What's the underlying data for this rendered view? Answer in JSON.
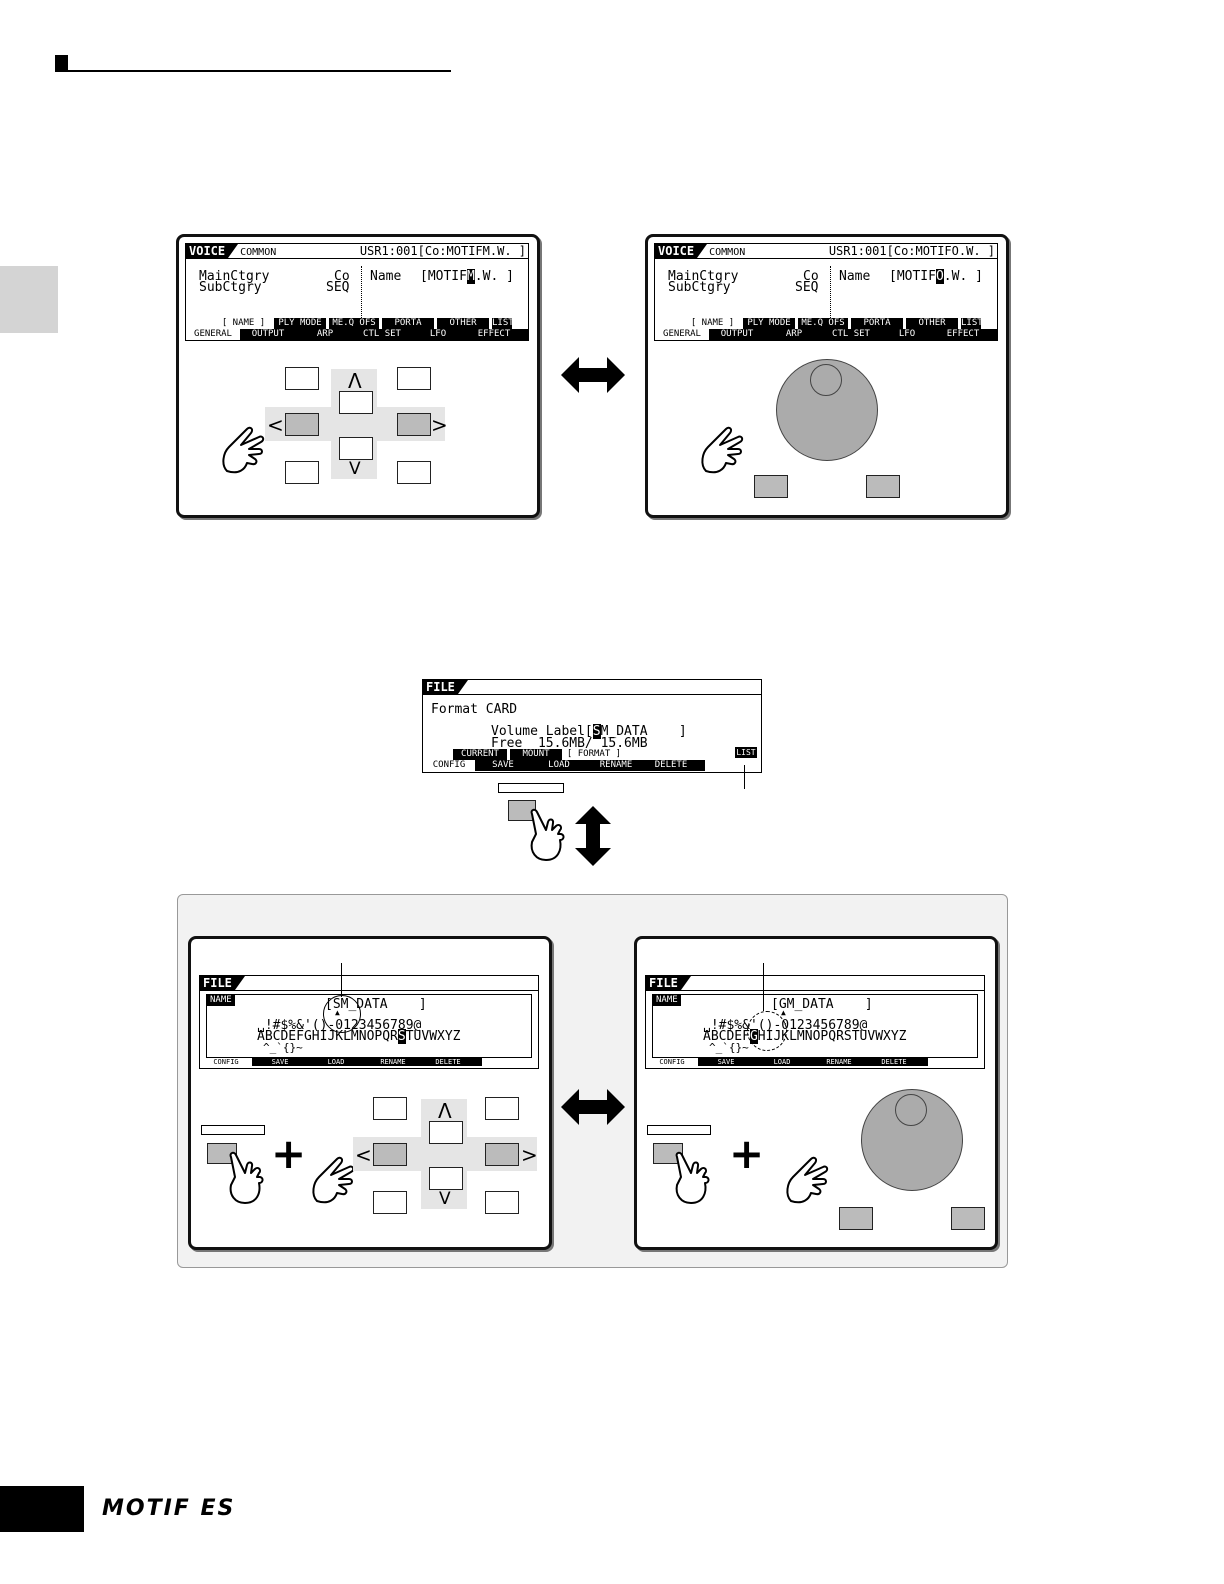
{
  "footer": {
    "brand": "MOTIF ES"
  },
  "voice_screen_left": {
    "title": "VOICE",
    "mode": "COMMON",
    "header_right": "USR1:001[Co:MOTIFM.W. ]",
    "main_ctgry_label": "MainCtgry",
    "main_ctgry_value": "Co",
    "sub_ctgry_label": "SubCtgry",
    "sub_ctgry_value": "SEQ",
    "name_label": "Name",
    "name_prefix": "[MOTIF",
    "name_cursor": "M",
    "name_suffix": ".W. ]",
    "tabs_upper": [
      "[ NAME ]",
      "PLY MODE",
      "ME.Q OFS",
      "PORTA",
      "OTHER",
      "LIST"
    ],
    "tabs_lower": [
      "GENERAL",
      "OUTPUT",
      "ARP",
      "CTL SET",
      "LFO",
      "EFFECT"
    ]
  },
  "voice_screen_right": {
    "title": "VOICE",
    "mode": "COMMON",
    "header_right": "USR1:001[Co:MOTIFO.W. ]",
    "main_ctgry_label": "MainCtgry",
    "main_ctgry_value": "Co",
    "sub_ctgry_label": "SubCtgry",
    "sub_ctgry_value": "SEQ",
    "name_label": "Name",
    "name_prefix": "[MOTIF",
    "name_cursor": "O",
    "name_suffix": ".W. ]",
    "tabs_upper": [
      "[ NAME ]",
      "PLY MODE",
      "ME.Q OFS",
      "PORTA",
      "OTHER",
      "LIST"
    ],
    "tabs_lower": [
      "GENERAL",
      "OUTPUT",
      "ARP",
      "CTL SET",
      "LFO",
      "EFFECT"
    ]
  },
  "file_screen": {
    "title": "FILE",
    "line1": "Format CARD",
    "vol_label": "Volume Label[",
    "vol_cursor": "S",
    "vol_rest": "M_DATA    ]",
    "free": "Free  15.6MB/ 15.6MB",
    "sub_tabs": [
      "CURRENT",
      "MOUNT",
      "[ FORMAT ]"
    ],
    "list_chip": "LIST",
    "tabs": [
      "CONFIG",
      "SAVE",
      "LOAD",
      "RENAME",
      "DELETE"
    ]
  },
  "name_screen_left": {
    "title": "FILE",
    "section": "NAME",
    "value": "[SM_DATA    ]",
    "caret": "▲",
    "charset1": "␣!#$%&'()-0123456789@",
    "charset2_pre": "ABCDEFGHIJKLMNOPQR",
    "charset2_cur": "S",
    "charset2_post": "TUVWXYZ",
    "charset3": "^_`{}~",
    "tabs": [
      "CONFIG",
      "SAVE",
      "LOAD",
      "RENAME",
      "DELETE"
    ]
  },
  "name_screen_right": {
    "title": "FILE",
    "section": "NAME",
    "value": "[GM_DATA    ]",
    "caret": "▲",
    "charset1": "␣!#$%&'()-0123456789@",
    "charset2_pre": "ABCDEF",
    "charset2_cur": "G",
    "charset2_post": "HIJKLMNOPQRSTUVWXYZ",
    "charset3": "^_`{}~",
    "tabs": [
      "CONFIG",
      "SAVE",
      "LOAD",
      "RENAME",
      "DELETE"
    ]
  },
  "symbols": {
    "up": "Λ",
    "down": "V",
    "left": "<",
    "right": ">",
    "plus": "+"
  },
  "colors": {
    "key_gray": "#bbbbbb",
    "dial_gray": "#ababab",
    "side_tab": "#d4d4d4"
  }
}
